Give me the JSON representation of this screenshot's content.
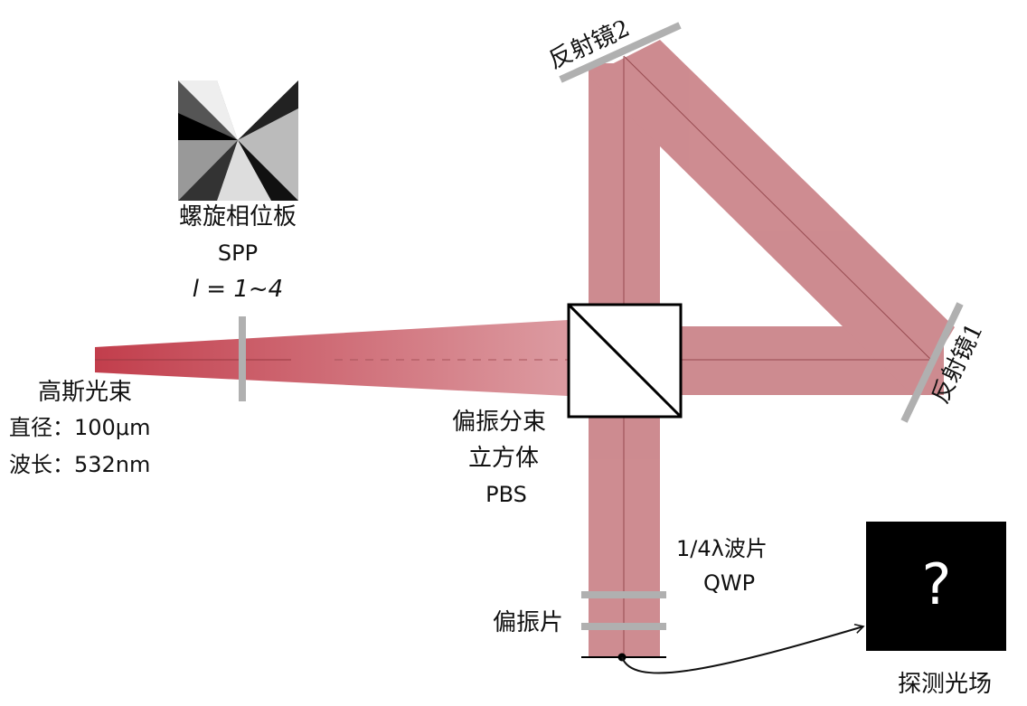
{
  "title": "Optical setup diagram",
  "colors": {
    "beam": "#cd8a8d",
    "beam_overlap": "#b5535a",
    "mirror": "#b0b0b0",
    "beam_start": "#c23e4c",
    "beam_end": "#dc9ba1"
  },
  "source": {
    "name": "高斯光束",
    "diameter": "直径：100μm",
    "wavelength": "波长：532nm"
  },
  "spp": {
    "name": "螺旋相位板",
    "abbr": "SPP",
    "order": "l = 1~4"
  },
  "pbs": {
    "line1": "偏振分束",
    "line2": "立方体",
    "abbr": "PBS"
  },
  "mirror1": {
    "label": "反射镜1"
  },
  "mirror2": {
    "label": "反射镜2"
  },
  "qwp": {
    "name": "1/4λ波片",
    "abbr": "QWP"
  },
  "polarizer": {
    "label": "偏振片"
  },
  "detector": {
    "symbol": "?",
    "label": "探测光场"
  }
}
